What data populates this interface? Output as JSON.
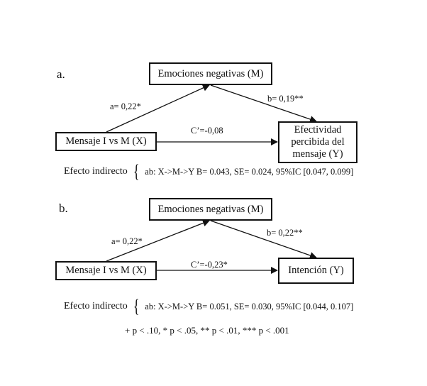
{
  "figure": {
    "panels": [
      {
        "label": "a.",
        "mediator": "Emociones negativas (M)",
        "predictor": "Mensaje I vs M (X)",
        "outcome": "Efectividad percibida del mensaje (Y)",
        "outcome_lines": [
          "Efectividad",
          "percibida del",
          "mensaje (Y)"
        ],
        "path_a": "a= 0,22*",
        "path_b": "b= 0,19**",
        "path_c": "C’=-0,08",
        "indirect_label": "Efecto indirecto",
        "indirect_detail": "ab: X->M->Y  B= 0.043, SE= 0.024, 95%IC [0.047, 0.099]"
      },
      {
        "label": "b.",
        "mediator": "Emociones negativas (M)",
        "predictor": "Mensaje I vs M (X)",
        "outcome": "Intención (Y)",
        "outcome_lines": [
          "Intención (Y)"
        ],
        "path_a": "a= 0,22*",
        "path_b": "b= 0,22**",
        "path_c": "C’=-0,23*",
        "indirect_label": "Efecto indirecto",
        "indirect_detail": "ab: X->M->Y  B= 0.051, SE= 0.030, 95%IC [0.044, 0.107]"
      }
    ],
    "significance_note": "+ p < .10, * p < .05, ** p < .01, *** p < .001"
  }
}
